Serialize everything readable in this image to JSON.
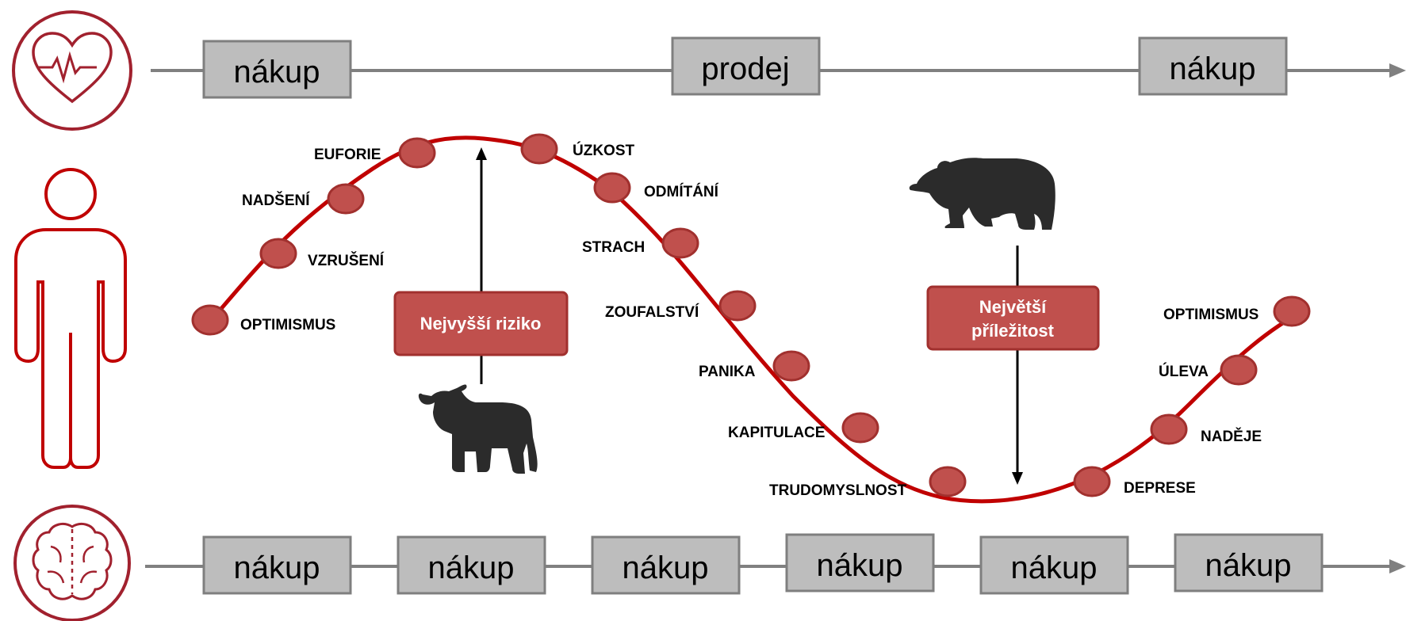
{
  "colors": {
    "accent_red": "#c00000",
    "dot_fill": "#c0504d",
    "dot_stroke": "#a1302e",
    "box_fill": "#bdbdbd",
    "box_stroke": "#7f7f7f",
    "line_gray": "#808080",
    "icon_dark": "#2b2b2b"
  },
  "top_track": {
    "boxes": [
      {
        "label": "nákup"
      },
      {
        "label": "prodej"
      },
      {
        "label": "nákup"
      }
    ]
  },
  "bottom_track": {
    "boxes": [
      {
        "label": "nákup"
      },
      {
        "label": "nákup"
      },
      {
        "label": "nákup"
      },
      {
        "label": "nákup"
      },
      {
        "label": "nákup"
      },
      {
        "label": "nákup"
      }
    ]
  },
  "cycle": {
    "stages": [
      {
        "label": "OPTIMISMUS"
      },
      {
        "label": "VZRUŠENÍ"
      },
      {
        "label": "NADŠENÍ"
      },
      {
        "label": "EUFORIE"
      },
      {
        "label": "ÚZKOST"
      },
      {
        "label": "ODMÍTÁNÍ"
      },
      {
        "label": "STRACH"
      },
      {
        "label": "ZOUFALSTVÍ"
      },
      {
        "label": "PANIKA"
      },
      {
        "label": "KAPITULACE"
      },
      {
        "label": "TRUDOMYSLNOST"
      },
      {
        "label": "DEPRESE"
      },
      {
        "label": "NADĚJE"
      },
      {
        "label": "ÚLEVA"
      },
      {
        "label": "OPTIMISMUS"
      }
    ]
  },
  "callouts": {
    "risk": {
      "label": "Nejvyšší riziko"
    },
    "opportunity": {
      "line1": "Největší",
      "line2": "příležitost"
    }
  },
  "icons": {
    "heart": "heart-pulse-icon",
    "person": "person-icon",
    "brain": "brain-icon",
    "bull": "bull-icon",
    "bear": "bear-icon"
  }
}
